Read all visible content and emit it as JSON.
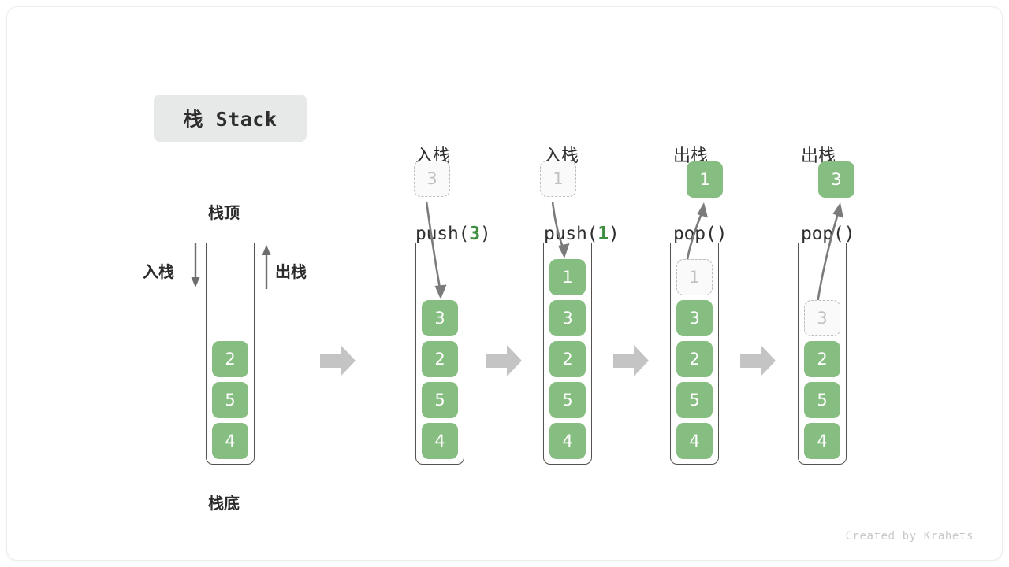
{
  "diagram": {
    "title_chip": "栈 Stack",
    "footer": "Created by Krahets",
    "colors": {
      "cell_fill": "#86bd80",
      "cell_text": "#ffffff",
      "ghost_fill": "#fafafa",
      "ghost_border": "#bdbdbd",
      "ghost_text": "#c2c2c2",
      "accent_green": "#3e8e41",
      "wall": "#55514f",
      "arrow_gray": "#6e6e6e",
      "step_arrow": "#c4c4c4",
      "chip_bg": "#e7e8e8"
    },
    "labels": {
      "top": "栈顶",
      "bottom": "栈底",
      "push_side": "入栈",
      "pop_side": "出栈"
    },
    "columns": [
      {
        "id": "initial",
        "head_cn": "",
        "head_code": "",
        "head_code_arg": "",
        "cells": [
          "2",
          "5",
          "4"
        ],
        "floating": null,
        "ghost_in_stack": null
      },
      {
        "id": "push-3",
        "head_cn": "入栈",
        "head_code_pre": "push(",
        "head_code_arg": "3",
        "head_code_post": ")",
        "cells": [
          "3",
          "2",
          "5",
          "4"
        ],
        "floating": {
          "value": "3",
          "style": "ghost"
        },
        "ghost_in_stack": null,
        "arrow": "down"
      },
      {
        "id": "push-1",
        "head_cn": "入栈",
        "head_code_pre": "push(",
        "head_code_arg": "1",
        "head_code_post": ")",
        "cells": [
          "1",
          "3",
          "2",
          "5",
          "4"
        ],
        "floating": {
          "value": "1",
          "style": "ghost"
        },
        "ghost_in_stack": null,
        "arrow": "down"
      },
      {
        "id": "pop-1",
        "head_cn": "出栈",
        "head_code_pre": "pop(",
        "head_code_arg": "",
        "head_code_post": ")",
        "cells": [
          "3",
          "2",
          "5",
          "4"
        ],
        "floating": {
          "value": "1",
          "style": "filled"
        },
        "ghost_in_stack": "1",
        "arrow": "up"
      },
      {
        "id": "pop-2",
        "head_cn": "出栈",
        "head_code_pre": "pop(",
        "head_code_arg": "",
        "head_code_post": ")",
        "cells": [
          "2",
          "5",
          "4"
        ],
        "floating": {
          "value": "3",
          "style": "filled"
        },
        "ghost_in_stack": "3",
        "arrow": "up"
      }
    ],
    "step_arrows": 4
  }
}
